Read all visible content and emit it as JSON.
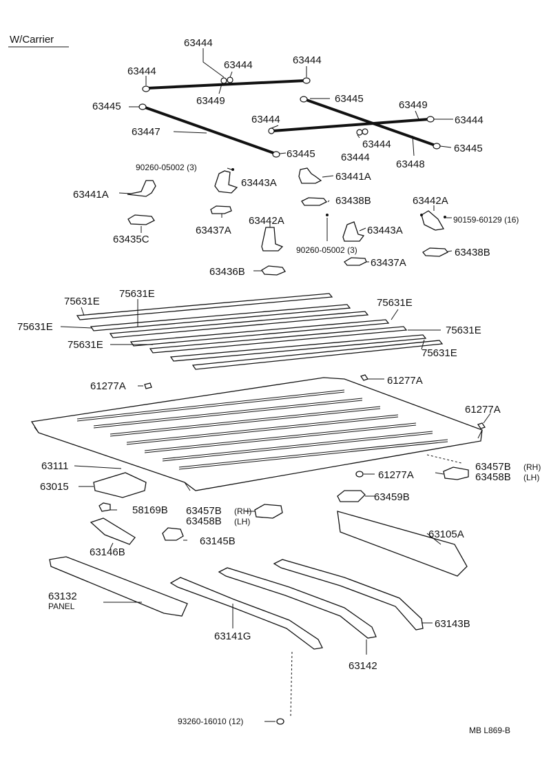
{
  "header": {
    "variant": "W/Carrier"
  },
  "labels": {
    "p63444_a": "63444",
    "p63444_b": "63444",
    "p63444_c": "63444",
    "p63444_d": "63444",
    "p63444_e": "63444",
    "p63444_f": "63444",
    "p63444_g": "63444",
    "p63444_h": "63444",
    "p63449_a": "63449",
    "p63449_b": "63449",
    "p63445_a": "63445",
    "p63445_b": "63445",
    "p63445_c": "63445",
    "p63445_d": "63445",
    "p63447": "63447",
    "p63448": "63448",
    "p90260_a": "90260-05002 (3)",
    "p90260_b": "90260-05002 (3)",
    "p63443A_a": "63443A",
    "p63443A_b": "63443A",
    "p63441A_a": "63441A",
    "p63441A_b": "63441A",
    "p63438B_a": "63438B",
    "p63438B_b": "63438B",
    "p63442A_a": "63442A",
    "p63442A_b": "63442A",
    "p90159": "90159-60129 (16)",
    "p63435C": "63435C",
    "p63437A_a": "63437A",
    "p63437A_b": "63437A",
    "p63436B": "63436B",
    "p75631E_a": "75631E",
    "p75631E_b": "75631E",
    "p75631E_c": "75631E",
    "p75631E_d": "75631E",
    "p75631E_e": "75631E",
    "p75631E_f": "75631E",
    "p75631E_g": "75631E",
    "p61277A_a": "61277A",
    "p61277A_b": "61277A",
    "p61277A_c": "61277A",
    "p61277A_d": "61277A",
    "p63111": "63111",
    "p63457B_a": "63457B",
    "p63457B_a_side": "(RH)",
    "p63458B_a": "63458B",
    "p63458B_a_side": "(LH)",
    "p63457B_b": "63457B",
    "p63457B_b_side": "(RH)",
    "p63458B_b": "63458B",
    "p63458B_b_side": "(LH)",
    "p63015": "63015",
    "p63459B": "63459B",
    "p58169B": "58169B",
    "p63105A": "63105A",
    "p63146B": "63146B",
    "p63145B": "63145B",
    "p63132": "63132",
    "p63132_sub": "PANEL",
    "p63141G": "63141G",
    "p63142": "63142",
    "p63143B": "63143B",
    "p93260": "93260-16010 (12)"
  },
  "footer": {
    "code": "MB  L869-B"
  }
}
